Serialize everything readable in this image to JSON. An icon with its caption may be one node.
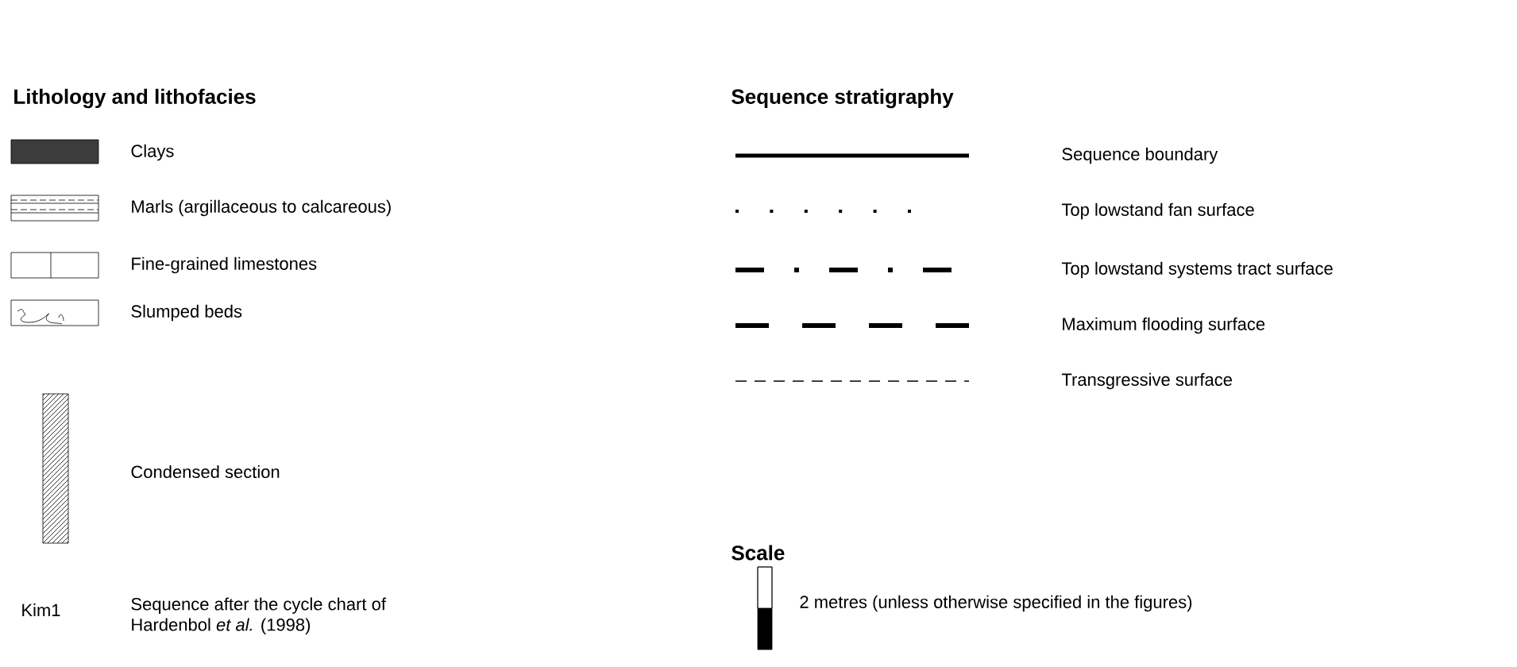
{
  "diagram": {
    "labels": [
      "Lithology and lithofacies",
      "Sequence stratigraphy",
      "Scale",
      "Kim1",
      "Sequence after the cycle chart of Hardenbol *et al.* (1998)"
    ],
    "legend": [
      {
        "text": "Clays",
        "color": "#3c3c3c"
      },
      {
        "text": "Marls (argillaceous to calcareous)"
      },
      {
        "text": "Fine-grained limestones"
      },
      {
        "text": "Slumped beds"
      },
      {
        "text": "Condensed section"
      },
      {
        "text": "Sequence boundary"
      },
      {
        "text": "Top lowstand fan surface"
      },
      {
        "text": "Top lowstand systems tract surface"
      },
      {
        "text": "Maximum flooding surface"
      },
      {
        "text": "Transgressive surface"
      },
      {
        "text": "2 metres (unless otherwise specified in the figures)"
      }
    ]
  }
}
